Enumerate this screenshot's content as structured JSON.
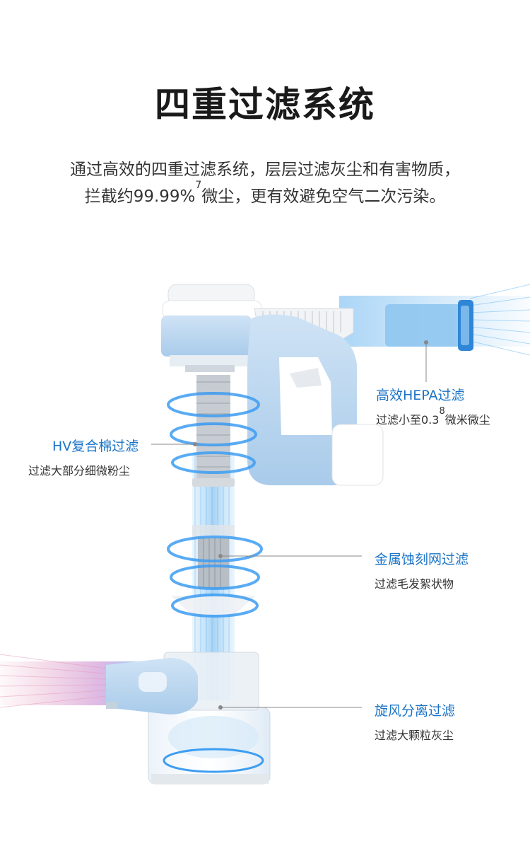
{
  "header": {
    "title": "四重过滤系统",
    "desc_line1": "通过高效的四重过滤系统，层层过滤灰尘和有害物质，",
    "desc_line2_a": "拦截约99.99%",
    "desc_line2_sup": "7",
    "desc_line2_b": "微尘，更有效避免空气二次污染。"
  },
  "filters": {
    "hepa": {
      "title": "高效HEPA过滤",
      "sub_a": "过滤小至0.3",
      "sub_sup": "8",
      "sub_b": "微米微尘"
    },
    "hv": {
      "title": "HV复合棉过滤",
      "sub": "过滤大部分细微粉尘"
    },
    "metal": {
      "title": "金属蚀刻网过滤",
      "sub": "过滤毛发絮状物"
    },
    "cyclone": {
      "title": "旋风分离过滤",
      "sub": "过滤大颗粒灰尘"
    }
  },
  "colors": {
    "accent": "#1a73c7",
    "body_blue": "#b9d6ef",
    "air_blue": "#5fb0ee",
    "air_pink": "#e88aa8"
  }
}
